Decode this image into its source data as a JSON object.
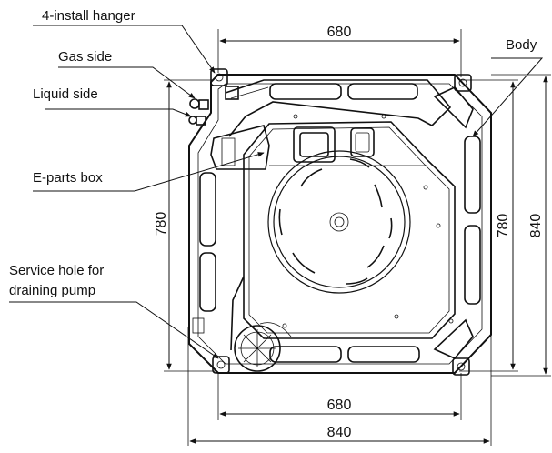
{
  "labels": {
    "install_hanger": "4-install hanger",
    "gas_side": "Gas side",
    "liquid_side": "Liquid side",
    "eparts_box": "E-parts box",
    "service_hole_line1": "Service hole for",
    "service_hole_line2": "draining pump",
    "body": "Body"
  },
  "dimensions": {
    "top_width": "680",
    "bottom_inner_width": "680",
    "bottom_outer_width": "840",
    "left_height": "780",
    "right_inner_height": "780",
    "right_outer_height": "840"
  }
}
